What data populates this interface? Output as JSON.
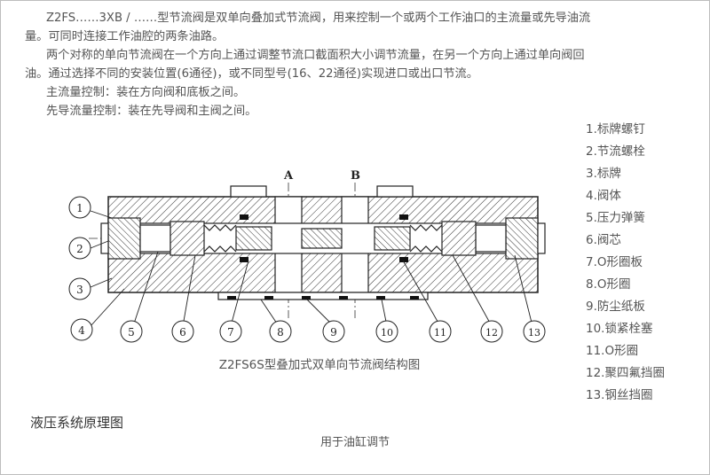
{
  "intro": {
    "line1": "Z2FS……3XB / ……型节流阀是双单向叠加式节流阀，用来控制一个或两个工作油口的主流量或先导油流",
    "line2": "量。可同时连接工作油腔的两条油路。",
    "line3": "两个对称的单向节流阀在一个方向上通过调整节流口截面积大小调节流量，在另一个方向上通过单向阀回",
    "line4": "油。通过选择不同的安装位置(6通径)，或不同型号(16、22通径)实现进口或出口节流。",
    "line5": "主流量控制：装在方向阀和底板之间。",
    "line6": "先导流量控制：装在先导阀和主阀之间。"
  },
  "legend": {
    "items": [
      "1.标牌螺钉",
      "2.节流螺栓",
      "3.标牌",
      "4.阀体",
      "5.压力弹簧",
      "6.阀芯",
      "7.O形圈板",
      "8.O形圈",
      "9.防尘纸板",
      "10.锁紧栓塞",
      "11.O形圈",
      "12.聚四氟挡圈",
      "13.钢丝挡圈"
    ]
  },
  "diagram": {
    "port_a": "A",
    "port_b": "B",
    "callouts": [
      "1",
      "2",
      "3",
      "4",
      "5",
      "6",
      "7",
      "8",
      "9",
      "10",
      "11",
      "12",
      "13"
    ],
    "caption": "Z2FS6S型叠加式双单向节流阀结构图"
  },
  "section_title": "液压系统原理图",
  "bottom_note": "用于油缸调节"
}
